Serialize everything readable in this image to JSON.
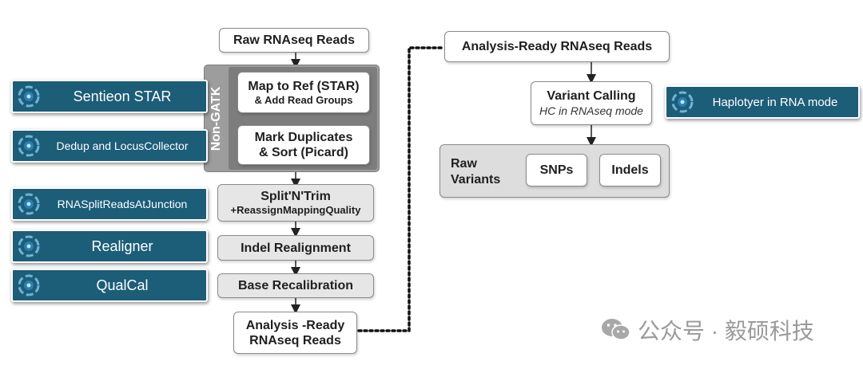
{
  "pipeline_left": {
    "raw_reads": "Raw RNAseq Reads",
    "non_gatk_label": "Non-GATK",
    "map_to_ref": {
      "line1": "Map to Ref (STAR)",
      "line2": "& Add Read Groups"
    },
    "mark_duplicates": {
      "line1": "Mark Duplicates",
      "line2": "& Sort (Picard)"
    },
    "split_n_trim": {
      "line1": "Split'N'Trim",
      "line2": "+ReassignMappingQuality"
    },
    "indel_realignment": "Indel Realignment",
    "base_recalibration": "Base Recalibration",
    "analysis_ready": {
      "line1": "Analysis -Ready",
      "line2": "RNAseq Reads"
    }
  },
  "tools_left": [
    {
      "label": "Sentieon STAR",
      "icon": "sentieon-logo-icon"
    },
    {
      "label": "Dedup and LocusCollector",
      "icon": "sentieon-logo-icon"
    },
    {
      "label": "RNASplitReadsAtJunction",
      "icon": "sentieon-logo-icon"
    },
    {
      "label": "Realigner",
      "icon": "sentieon-logo-icon"
    },
    {
      "label": "QualCal",
      "icon": "sentieon-logo-icon"
    }
  ],
  "pipeline_right": {
    "analysis_ready": "Analysis-Ready RNAseq Reads",
    "variant_calling": {
      "line1": "Variant Calling",
      "line2": "HC in RNAseq mode"
    },
    "raw_variants": {
      "line1": "Raw",
      "line2": "Variants"
    },
    "snps": "SNPs",
    "indels": "Indels"
  },
  "tool_right": {
    "label": "Haplotyer in RNA mode",
    "icon": "sentieon-logo-icon"
  },
  "watermark": {
    "text": "公众号 · 毅硕科技",
    "icon": "wechat-icon"
  },
  "colors": {
    "tool_bg": "#1c5d78",
    "group_outer": "#9d9d9d",
    "group_inner": "#7d7d7d",
    "box_gray": "#e6e6e6"
  }
}
